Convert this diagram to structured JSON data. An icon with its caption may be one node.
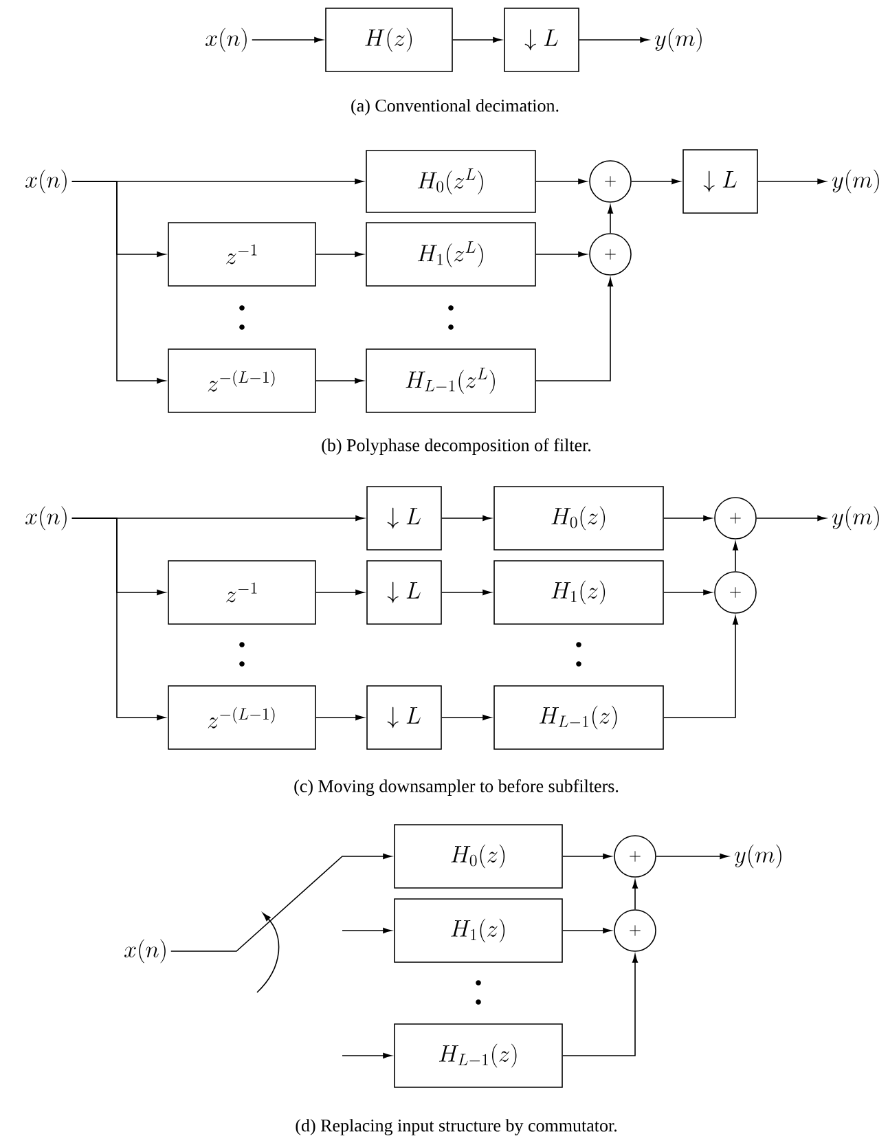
{
  "diagram": {
    "nodes": [
      {
        "text": [
          "x(n)"
        ]
      },
      {
        "text": [
          "H(z)"
        ]
      },
      {
        "text": [
          "\\downarrow L"
        ]
      },
      {
        "text": [
          "y(m)"
        ]
      },
      {
        "text": [
          "x(n)"
        ]
      },
      {
        "text": [
          "H_0(z^L)"
        ]
      },
      {
        "text": [
          "z^{-1}"
        ]
      },
      {
        "text": [
          "H_1(z^L)"
        ]
      },
      {
        "text": [
          "z^{-(L-1)}"
        ]
      },
      {
        "text": [
          "H_{L-1}(z^L)"
        ]
      },
      {
        "text": [
          "+"
        ]
      },
      {
        "text": [
          "+"
        ]
      },
      {
        "text": [
          "\\downarrow L"
        ]
      },
      {
        "text": [
          "y(m)"
        ]
      },
      {
        "text": [
          "x(n)"
        ]
      },
      {
        "text": [
          "\\downarrow L"
        ]
      },
      {
        "text": [
          "H_0(z)"
        ]
      },
      {
        "text": [
          "+"
        ]
      },
      {
        "text": [
          "y(m)"
        ]
      },
      {
        "text": [
          "z^{-1}"
        ]
      },
      {
        "text": [
          "\\downarrow L"
        ]
      },
      {
        "text": [
          "H_1(z)"
        ]
      },
      {
        "text": [
          "+"
        ]
      },
      {
        "text": [
          "z^{-(L-1)}"
        ]
      },
      {
        "text": [
          "\\downarrow L"
        ]
      },
      {
        "text": [
          "H_{L-1}(z)"
        ]
      },
      {
        "text": [
          "H_0(z)"
        ]
      },
      {
        "text": [
          "+"
        ]
      },
      {
        "text": [
          "y(m)"
        ]
      },
      {
        "text": [
          "x(n)"
        ]
      },
      {
        "text": [
          "H_1(z)"
        ]
      },
      {
        "text": [
          "+"
        ]
      },
      {
        "text": [
          "H_{L-1}(z)"
        ]
      }
    ],
    "edges": [
      {
        "from": 0,
        "to": 1,
        "arrow": "to"
      },
      {
        "from": 1,
        "to": 2,
        "arrow": "to"
      },
      {
        "from": 2,
        "to": 3,
        "arrow": "to"
      },
      {
        "from": 4,
        "to": 5,
        "arrow": "to"
      },
      {
        "from": 4,
        "to": 6,
        "arrow": "to"
      },
      {
        "from": 4,
        "to": 8,
        "arrow": "to"
      },
      {
        "from": 6,
        "to": 7,
        "arrow": "to"
      },
      {
        "from": 8,
        "to": 9,
        "arrow": "to"
      },
      {
        "from": 5,
        "to": 10,
        "arrow": "to"
      },
      {
        "from": 7,
        "to": 11,
        "arrow": "to"
      },
      {
        "from": 9,
        "to": 11,
        "arrow": "to"
      },
      {
        "from": 11,
        "to": 10,
        "arrow": "to"
      },
      {
        "from": 10,
        "to": 12,
        "arrow": "to"
      },
      {
        "from": 12,
        "to": 13,
        "arrow": "to"
      },
      {
        "from": 14,
        "to": 15,
        "arrow": "to"
      },
      {
        "from": 14,
        "to": 19,
        "arrow": "to"
      },
      {
        "from": 14,
        "to": 23,
        "arrow": "to"
      },
      {
        "from": 15,
        "to": 16,
        "arrow": "to"
      },
      {
        "from": 16,
        "to": 17,
        "arrow": "to"
      },
      {
        "from": 17,
        "to": 18,
        "arrow": "to"
      },
      {
        "from": 19,
        "to": 20,
        "arrow": "to"
      },
      {
        "from": 20,
        "to": 21,
        "arrow": "to"
      },
      {
        "from": 21,
        "to": 22,
        "arrow": "to"
      },
      {
        "from": 22,
        "to": 17,
        "arrow": "to"
      },
      {
        "from": 23,
        "to": 24,
        "arrow": "to"
      },
      {
        "from": 24,
        "to": 25,
        "arrow": "to"
      },
      {
        "from": 25,
        "to": 22,
        "arrow": "to"
      },
      {
        "from": 29,
        "to": 26,
        "arrow": "to"
      },
      {
        "from": null,
        "to": 30,
        "arrow": "to"
      },
      {
        "from": null,
        "to": 32,
        "arrow": "to"
      },
      {
        "from": 26,
        "to": 27,
        "arrow": "to"
      },
      {
        "from": 27,
        "to": 28,
        "arrow": "to"
      },
      {
        "from": 30,
        "to": 31,
        "arrow": "to"
      },
      {
        "from": 31,
        "to": 27,
        "arrow": "to"
      },
      {
        "from": 32,
        "to": 31,
        "arrow": "to"
      }
    ],
    "labels": [
      "(a) Conventional decimation.",
      "(b) Polyphase decomposition of filter.",
      "(c) Moving downsampler to before subfilters.",
      "(d) Replacing input structure by commutator."
    ]
  }
}
